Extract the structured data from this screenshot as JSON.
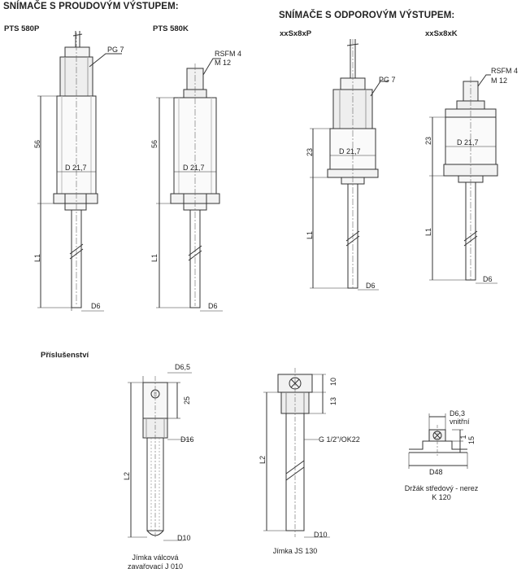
{
  "headers": {
    "current_output": "SNÍMAČE S PROUDOVÝM VÝSTUPEM:",
    "resistive_output": "SNÍMAČE S ODPOROVÝM VÝSTUPEM:",
    "accessories": "Příslušenství"
  },
  "sensors": [
    {
      "name": "PTS 580P",
      "connector": "PG 7",
      "height": "56",
      "diameter": "D 21,7",
      "length": "L1",
      "probe": "D6"
    },
    {
      "name": "PTS 580K",
      "connector": "RSFM 4",
      "thread": "M 12",
      "height": "56",
      "diameter": "D 21,7",
      "length": "L1",
      "probe": "D6"
    },
    {
      "name": "xxSx8xP",
      "connector": "PG 7",
      "height": "23",
      "diameter": "D 21,7",
      "length": "L1",
      "probe": "D6"
    },
    {
      "name": "xxSx8xK",
      "connector": "RSFM 4",
      "thread": "M 12",
      "height": "23",
      "diameter": "D 21,7",
      "length": "L1",
      "probe": "D6"
    }
  ],
  "accessories": [
    {
      "top_dim": "D6,5",
      "height": "25",
      "collar": "D16",
      "length": "L2",
      "tip": "D10",
      "caption_line1": "Jímka válcová",
      "caption_line2": "zavařovací J 010"
    },
    {
      "head": "10",
      "thread_height": "13",
      "thread": "G 1/2\"/OK22",
      "length": "L2",
      "tip": "D10",
      "caption": "Jímka JS 130"
    },
    {
      "hole": "D6,3",
      "hole_sub": "vnitřní",
      "offset": "1",
      "height": "15",
      "width": "D48",
      "caption_line1": "Držák středový - nerez",
      "caption_line2": "K 120"
    }
  ]
}
